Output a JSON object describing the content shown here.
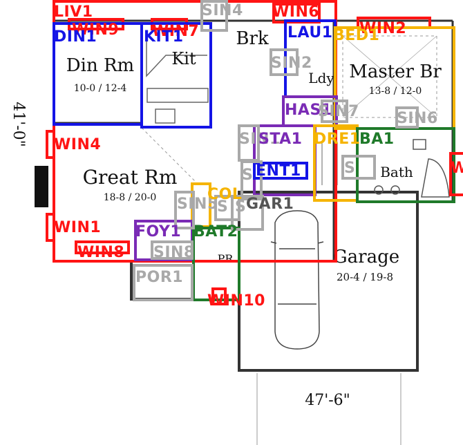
{
  "rooms": {
    "din": {
      "name": "Din Rm",
      "dims": "10-0 / 12-4"
    },
    "kit": {
      "name": "Kit"
    },
    "brk": {
      "name": "Brk"
    },
    "ldy": {
      "name": "Ldy"
    },
    "master": {
      "name": "Master Br",
      "dims": "13-8 / 12-0"
    },
    "great": {
      "name": "Great Rm",
      "dims": "18-8 / 20-0"
    },
    "bath": {
      "name": "Bath"
    },
    "garage": {
      "name": "Garage",
      "dims": "20-4 / 19-8"
    },
    "pr": {
      "name": "PR"
    }
  },
  "dimensions": {
    "depth": "41'-0\"",
    "width": "47'-6\""
  },
  "tags": {
    "liv1": "LIV1",
    "win9": "WIN9",
    "win7": "WIN7",
    "sin4": "SIN4",
    "win6": "WIN6",
    "win2": "WIN2",
    "din1": "DIN1",
    "kit1": "KIT1",
    "lau1": "LAU1",
    "bed1": "BED1",
    "sin2": "SIN2",
    "has1": "HAS1",
    "sin7": "SIN7",
    "sin6": "SIN6",
    "sin1": "SIN1",
    "sta1": "STA1",
    "dre1": "DRE1",
    "ba1": "BA1",
    "win4": "WIN4",
    "ent1": "ENT1",
    "win3": "W",
    "sin5": "SIN5",
    "col": "COL",
    "gar1": "GAR1",
    "win1": "WIN1",
    "foy1": "FOY1",
    "bat2": "BAT2",
    "win8": "WIN8",
    "sin8": "SIN8",
    "por1": "POR1",
    "win10": "WIN10",
    "s1": "S",
    "s2": "S",
    "s3": "S",
    "s4": "S"
  },
  "colors": {
    "red": "#ff1414",
    "blue": "#1414e6",
    "orange": "#f5b400",
    "purple": "#7a2bb5",
    "green": "#1f7a2a",
    "gray": "#a9a9a9",
    "wall": "#333333"
  }
}
